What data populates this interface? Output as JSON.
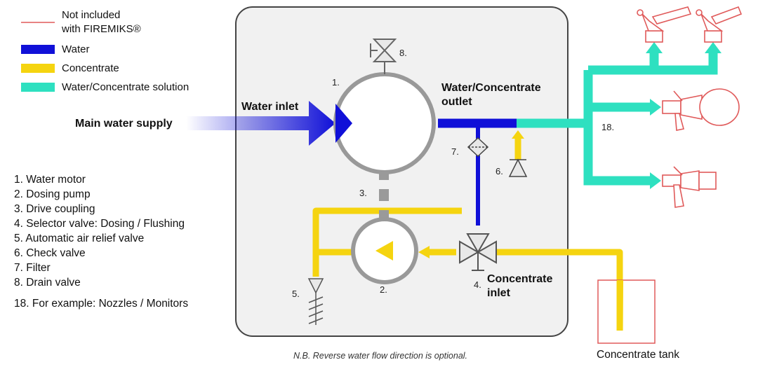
{
  "legend": {
    "not_included": [
      "Not included",
      "with FIREMIKS®"
    ],
    "water": "Water",
    "concentrate": "Concentrate",
    "solution": "Water/Concentrate solution"
  },
  "colors": {
    "water": "#1010d8",
    "concentrate": "#f5d410",
    "solution": "#2ee0c0",
    "not_included": "#e05a5a",
    "equipment": "#888888"
  },
  "labels": {
    "main_supply": "Main water supply",
    "water_inlet": "Water inlet",
    "outlet_line1": "Water/Concentrate",
    "outlet_line2": "outlet",
    "concentrate_inlet_line1": "Concentrate",
    "concentrate_inlet_line2": "inlet",
    "concentrate_tank": "Concentrate tank",
    "note": "N.B. Reverse water flow direction is optional."
  },
  "callouts": {
    "n1": "1.",
    "n2": "2.",
    "n3": "3.",
    "n4": "4.",
    "n5": "5.",
    "n6": "6.",
    "n7": "7.",
    "n8": "8.",
    "n18": "18."
  },
  "parts": [
    "1. Water motor",
    "2. Dosing pump",
    "3. Drive coupling",
    "4. Selector valve: Dosing / Flushing",
    "5. Automatic air relief valve",
    "6. Check valve",
    "7. Filter",
    "8. Drain valve"
  ],
  "parts_example": "18. For example: Nozzles / Monitors"
}
